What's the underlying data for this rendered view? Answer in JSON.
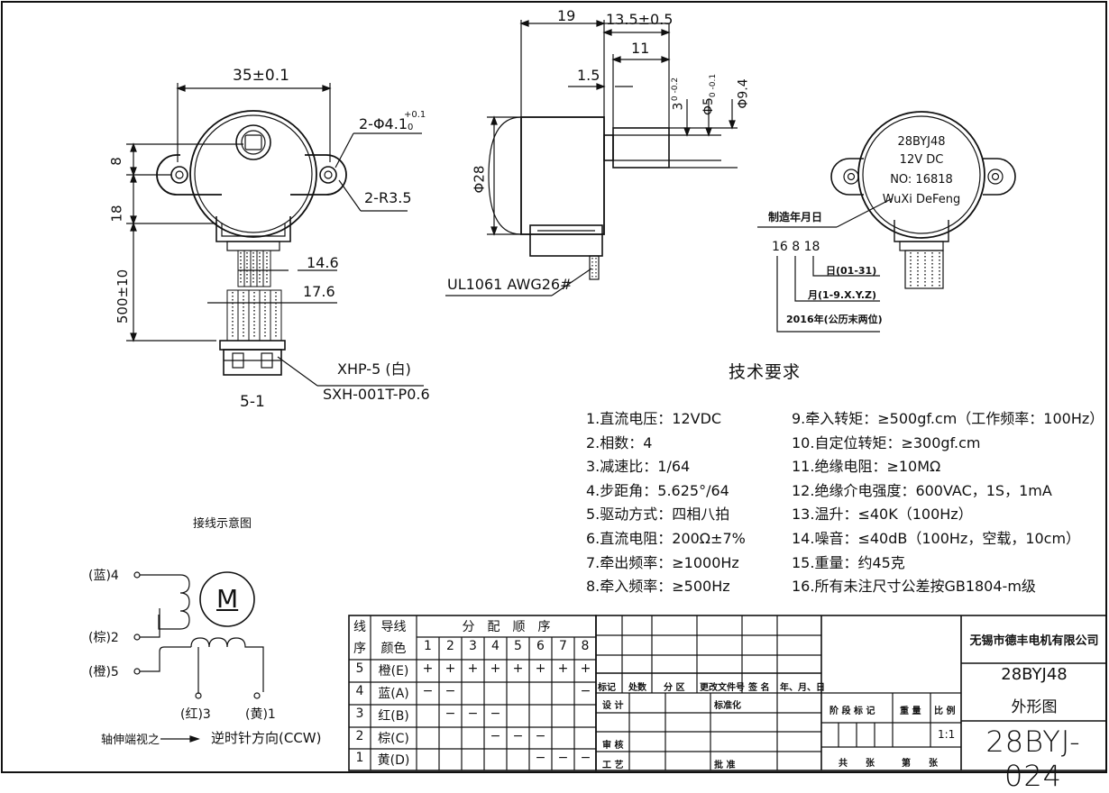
{
  "requirements": {
    "title": "技术要求",
    "left": [
      "1.直流电压：12VDC",
      "2.相数：4",
      "3.减速比：1/64",
      "4.步距角：5.625°/64",
      "5.驱动方式：四相八拍",
      "6.直流电阻：200Ω±7%",
      "7.牵出频率：≥1000Hz",
      "8.牵入频率：≥500Hz"
    ],
    "right": [
      "9.牵入转矩：≥500gf.cm（工作频率：100Hz）",
      "10.自定位转矩：≥300gf.cm",
      "11.绝缘电阻：≥10MΩ",
      "12.绝缘介电强度：600VAC，1S，1mA",
      "13.温升：≤40K（100Hz）",
      "14.噪音：≤40dB（100Hz，空载，10cm）",
      "15.重量：约45克",
      "16.所有未注尺寸公差按GB1804-m级"
    ]
  },
  "front_view": {
    "dim_width": "35±0.1",
    "dim_hole": "2-Φ4.1",
    "dim_hole_tol": "+0.1",
    "dim_hole_tol2": "0",
    "dim_radius": "2-R3.5",
    "dim_8": "8",
    "dim_18": "18",
    "dim_lead": "500±10",
    "dim_14_6": "14.6",
    "dim_17_6": "17.6",
    "connector": "XHP-5 (白)",
    "terminal": "SXH-001T-P0.6",
    "view_label": "5-1"
  },
  "side_view": {
    "dim_19": "19",
    "dim_13_5": "13.5±0.5",
    "dim_11": "11",
    "dim_1_5": "1.5",
    "dim_3": "3",
    "dim_3_tol": "0 -0.2",
    "dim_phi5": "Φ5",
    "dim_phi5_tol": "0 -0.1",
    "dim_phi9_4": "Φ9.4",
    "dim_phi28": "Φ28",
    "wire": "UL1061 AWG26#"
  },
  "label_view": {
    "line1": "28BYJ48",
    "line2": "12V DC",
    "line3": "NO: 16818",
    "line4": "WuXi DeFeng",
    "mfg_date": "制造年月日",
    "code": "16 8 18",
    "day": "日(01-31)",
    "month": "月(1-9.X.Y.Z)",
    "year": "2016年(公历末两位)"
  },
  "wiring": {
    "title": "接线示意图",
    "blue": "(蓝)4",
    "brown": "(棕)2",
    "orange": "(橙)5",
    "red": "(红)3",
    "yellow": "(黄)1",
    "motor": "M",
    "caption_left": "轴伸端视之",
    "caption_right": "逆时针方向(CCW)"
  },
  "sequence_table": {
    "h_line": "线",
    "h_seq": "序",
    "h_wire": "导线",
    "h_color": "颜色",
    "h_dist": "分　配　顺　序",
    "steps": [
      "1",
      "2",
      "3",
      "4",
      "5",
      "6",
      "7",
      "8"
    ],
    "rows": [
      {
        "no": "5",
        "color": "橙(E)",
        "cells": [
          "+",
          "+",
          "+",
          "+",
          "+",
          "+",
          "+",
          "+"
        ]
      },
      {
        "no": "4",
        "color": "蓝(A)",
        "cells": [
          "−",
          "−",
          "",
          "",
          "",
          "",
          "",
          "−"
        ]
      },
      {
        "no": "3",
        "color": "红(B)",
        "cells": [
          "",
          "−",
          "−",
          "−",
          "",
          "",
          "",
          ""
        ]
      },
      {
        "no": "2",
        "color": "棕(C)",
        "cells": [
          "",
          "",
          "",
          "−",
          "−",
          "−",
          "",
          ""
        ]
      },
      {
        "no": "1",
        "color": "黄(D)",
        "cells": [
          "",
          "",
          "",
          "",
          "",
          "−",
          "−",
          "−"
        ]
      }
    ]
  },
  "title_block": {
    "mark": "标记",
    "count": "处数",
    "zone": "分 区",
    "change_doc": "更改文件号",
    "sign": "签 名",
    "date": "年、月、日",
    "design": "设 计",
    "standard": "标准化",
    "review": "审 核",
    "process": "工 艺",
    "approve": "批 准",
    "stage": "阶 段 标 记",
    "weight": "重 量",
    "ratio": "比 例",
    "scale": "1:1",
    "total": "共　　张",
    "sheet": "第　　张",
    "company": "无锡市德丰电机有限公司",
    "model": "28BYJ48",
    "drawing_name": "外形图",
    "drawing_no": "28BYJ-024"
  }
}
